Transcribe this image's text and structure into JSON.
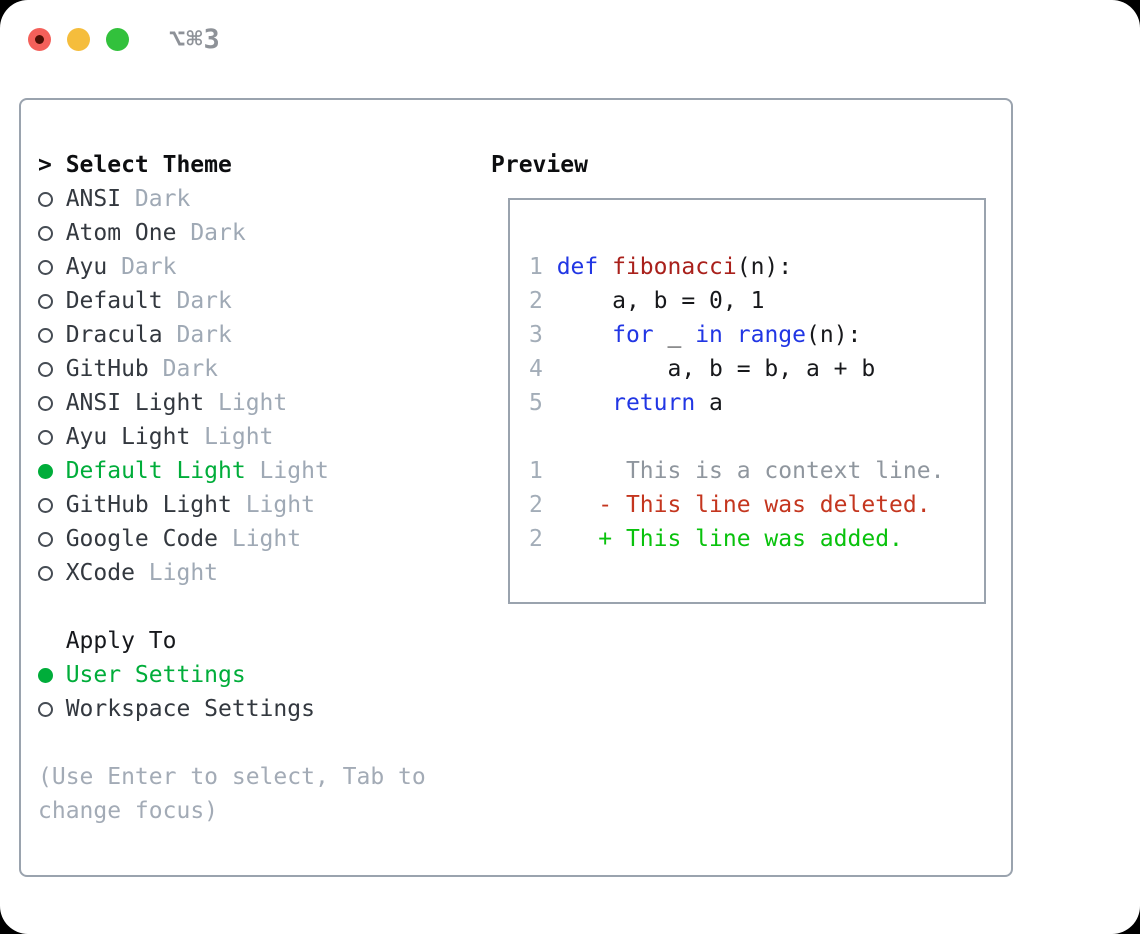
{
  "titlebar": {
    "shortcut_label": "⌥⌘3"
  },
  "theme_picker": {
    "prompt": ">",
    "header": "Select Theme",
    "items": [
      {
        "name": "ANSI",
        "variant": "Dark",
        "selected": false
      },
      {
        "name": "Atom One",
        "variant": "Dark",
        "selected": false
      },
      {
        "name": "Ayu",
        "variant": "Dark",
        "selected": false
      },
      {
        "name": "Default",
        "variant": "Dark",
        "selected": false
      },
      {
        "name": "Dracula",
        "variant": "Dark",
        "selected": false
      },
      {
        "name": "GitHub",
        "variant": "Dark",
        "selected": false
      },
      {
        "name": "ANSI Light",
        "variant": "Light",
        "selected": false
      },
      {
        "name": "Ayu Light",
        "variant": "Light",
        "selected": false
      },
      {
        "name": "Default Light",
        "variant": "Light",
        "selected": true
      },
      {
        "name": "GitHub Light",
        "variant": "Light",
        "selected": false
      },
      {
        "name": "Google Code",
        "variant": "Light",
        "selected": false
      },
      {
        "name": "XCode",
        "variant": "Light",
        "selected": false
      }
    ]
  },
  "apply_to": {
    "header": "Apply To",
    "options": [
      {
        "label": "User Settings",
        "selected": true
      },
      {
        "label": "Workspace Settings",
        "selected": false
      }
    ]
  },
  "help_text": {
    "line1": "(Use Enter to select, Tab to",
    "line2": "change focus)"
  },
  "preview": {
    "header": "Preview",
    "code_lines": [
      {
        "num": "1",
        "segments": [
          {
            "text": "def",
            "type": "kw"
          },
          {
            "text": " ",
            "type": "pl"
          },
          {
            "text": "fibonacci",
            "type": "fn"
          },
          {
            "text": "(n):",
            "type": "pl"
          }
        ]
      },
      {
        "num": "2",
        "segments": [
          {
            "text": "    a, b = 0, 1",
            "type": "pl"
          }
        ]
      },
      {
        "num": "3",
        "segments": [
          {
            "text": "    ",
            "type": "pl"
          },
          {
            "text": "for",
            "type": "kw"
          },
          {
            "text": " _ ",
            "type": "pl"
          },
          {
            "text": "in",
            "type": "kw"
          },
          {
            "text": " ",
            "type": "pl"
          },
          {
            "text": "range",
            "type": "kw"
          },
          {
            "text": "(n):",
            "type": "pl"
          }
        ]
      },
      {
        "num": "4",
        "segments": [
          {
            "text": "        a, b = b, a + b",
            "type": "pl"
          }
        ]
      },
      {
        "num": "5",
        "segments": [
          {
            "text": "    ",
            "type": "pl"
          },
          {
            "text": "return",
            "type": "kw"
          },
          {
            "text": " a",
            "type": "pl"
          }
        ]
      }
    ],
    "diff_lines": [
      {
        "num": "1",
        "content": "      This is a context line.",
        "type": "context"
      },
      {
        "num": "2",
        "content": "    - This line was deleted.",
        "type": "deleted"
      },
      {
        "num": "2",
        "content": "    + This line was added.",
        "type": "added"
      }
    ]
  },
  "colors": {
    "selected_green": "#00ad3a",
    "added_green": "#09c20d",
    "deleted_red": "#c4361f",
    "keyword_blue": "#2136e4",
    "function_red": "#a9201b",
    "muted_gray": "#9fa9b5",
    "panel_border": "#9aa3ae",
    "traffic_red": "#f4605a",
    "traffic_yellow": "#f5bd3c",
    "traffic_green": "#32c13c"
  }
}
